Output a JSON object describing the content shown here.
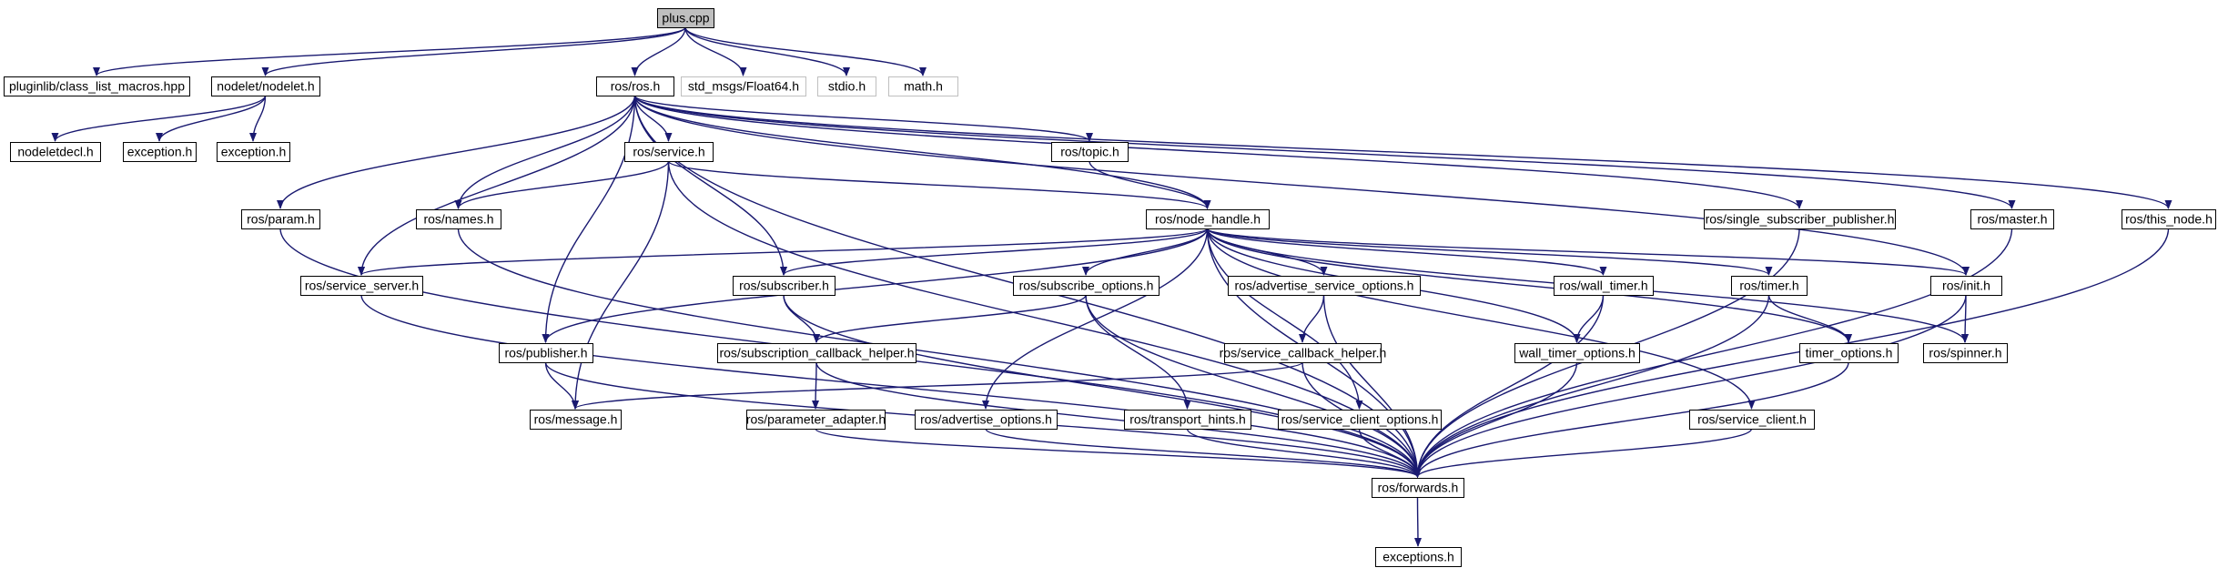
{
  "diagram": {
    "edge_color": "#191970",
    "root_fill": "#bfbfbf",
    "missing_stroke": "#bfbfbf",
    "nodes": [
      {
        "id": "plus",
        "label": "plus.cpp",
        "kind": "root"
      },
      {
        "id": "classlist",
        "label": "pluginlib/class_list_macros.hpp"
      },
      {
        "id": "nodelet",
        "label": "nodelet/nodelet.h"
      },
      {
        "id": "ros",
        "label": "ros/ros.h"
      },
      {
        "id": "float64",
        "label": "std_msgs/Float64.h",
        "kind": "missing"
      },
      {
        "id": "stdio",
        "label": "stdio.h",
        "kind": "missing"
      },
      {
        "id": "math",
        "label": "math.h",
        "kind": "missing"
      },
      {
        "id": "nodeletdecl",
        "label": "nodeletdecl.h"
      },
      {
        "id": "exc1",
        "label": "exception.h"
      },
      {
        "id": "exc2",
        "label": "exception.h"
      },
      {
        "id": "service",
        "label": "ros/service.h"
      },
      {
        "id": "topic",
        "label": "ros/topic.h"
      },
      {
        "id": "param",
        "label": "ros/param.h"
      },
      {
        "id": "names",
        "label": "ros/names.h"
      },
      {
        "id": "nodehandle",
        "label": "ros/node_handle.h"
      },
      {
        "id": "ssp",
        "label": "ros/single_subscriber_publisher.h"
      },
      {
        "id": "master",
        "label": "ros/master.h"
      },
      {
        "id": "thisnode",
        "label": "ros/this_node.h"
      },
      {
        "id": "servserver",
        "label": "ros/service_server.h"
      },
      {
        "id": "subscriber",
        "label": "ros/subscriber.h"
      },
      {
        "id": "subopts",
        "label": "ros/subscribe_options.h"
      },
      {
        "id": "advsvcopts",
        "label": "ros/advertise_service_options.h"
      },
      {
        "id": "walltimer",
        "label": "ros/wall_timer.h"
      },
      {
        "id": "timer",
        "label": "ros/timer.h"
      },
      {
        "id": "init",
        "label": "ros/init.h"
      },
      {
        "id": "publisher",
        "label": "ros/publisher.h"
      },
      {
        "id": "subcbhelper",
        "label": "ros/subscription_callback_helper.h"
      },
      {
        "id": "svccbhelper",
        "label": "ros/service_callback_helper.h"
      },
      {
        "id": "walltimeropts",
        "label": "wall_timer_options.h"
      },
      {
        "id": "timeropts",
        "label": "timer_options.h"
      },
      {
        "id": "spinner",
        "label": "ros/spinner.h"
      },
      {
        "id": "message",
        "label": "ros/message.h"
      },
      {
        "id": "paramadapter",
        "label": "ros/parameter_adapter.h"
      },
      {
        "id": "advopts",
        "label": "ros/advertise_options.h"
      },
      {
        "id": "transporthints",
        "label": "ros/transport_hints.h"
      },
      {
        "id": "svcclientopts",
        "label": "ros/service_client_options.h"
      },
      {
        "id": "svcclient",
        "label": "ros/service_client.h"
      },
      {
        "id": "forwards",
        "label": "ros/forwards.h"
      },
      {
        "id": "exceptions",
        "label": "exceptions.h"
      }
    ],
    "edges": [
      [
        "plus",
        "classlist"
      ],
      [
        "plus",
        "nodelet"
      ],
      [
        "plus",
        "ros"
      ],
      [
        "plus",
        "float64"
      ],
      [
        "plus",
        "stdio"
      ],
      [
        "plus",
        "math"
      ],
      [
        "nodelet",
        "nodeletdecl"
      ],
      [
        "nodelet",
        "exc1"
      ],
      [
        "nodelet",
        "exc2"
      ],
      [
        "ros",
        "service"
      ],
      [
        "ros",
        "topic"
      ],
      [
        "ros",
        "param"
      ],
      [
        "ros",
        "names"
      ],
      [
        "ros",
        "nodehandle"
      ],
      [
        "ros",
        "ssp"
      ],
      [
        "ros",
        "master"
      ],
      [
        "ros",
        "thisnode"
      ],
      [
        "ros",
        "servserver"
      ],
      [
        "ros",
        "subscriber"
      ],
      [
        "ros",
        "publisher"
      ],
      [
        "ros",
        "init"
      ],
      [
        "ros",
        "forwards"
      ],
      [
        "service",
        "names"
      ],
      [
        "service",
        "nodehandle"
      ],
      [
        "service",
        "message"
      ],
      [
        "service",
        "forwards"
      ],
      [
        "topic",
        "nodehandle"
      ],
      [
        "param",
        "forwards"
      ],
      [
        "names",
        "forwards"
      ],
      [
        "nodehandle",
        "servserver"
      ],
      [
        "nodehandle",
        "subscriber"
      ],
      [
        "nodehandle",
        "publisher"
      ],
      [
        "nodehandle",
        "subopts"
      ],
      [
        "nodehandle",
        "advsvcopts"
      ],
      [
        "nodehandle",
        "walltimer"
      ],
      [
        "nodehandle",
        "timer"
      ],
      [
        "nodehandle",
        "init"
      ],
      [
        "nodehandle",
        "advopts"
      ],
      [
        "nodehandle",
        "svcclientopts"
      ],
      [
        "nodehandle",
        "svcclient"
      ],
      [
        "nodehandle",
        "timeropts"
      ],
      [
        "nodehandle",
        "walltimeropts"
      ],
      [
        "nodehandle",
        "spinner"
      ],
      [
        "nodehandle",
        "forwards"
      ],
      [
        "ssp",
        "forwards"
      ],
      [
        "master",
        "forwards"
      ],
      [
        "thisnode",
        "forwards"
      ],
      [
        "servserver",
        "forwards"
      ],
      [
        "subscriber",
        "subcbhelper"
      ],
      [
        "subscriber",
        "forwards"
      ],
      [
        "subopts",
        "subcbhelper"
      ],
      [
        "subopts",
        "transporthints"
      ],
      [
        "subopts",
        "forwards"
      ],
      [
        "advsvcopts",
        "svccbhelper"
      ],
      [
        "advsvcopts",
        "forwards"
      ],
      [
        "walltimer",
        "walltimeropts"
      ],
      [
        "walltimer",
        "forwards"
      ],
      [
        "timer",
        "timeropts"
      ],
      [
        "timer",
        "forwards"
      ],
      [
        "init",
        "spinner"
      ],
      [
        "init",
        "forwards"
      ],
      [
        "publisher",
        "message"
      ],
      [
        "publisher",
        "forwards"
      ],
      [
        "subcbhelper",
        "paramadapter"
      ],
      [
        "subcbhelper",
        "forwards"
      ],
      [
        "svccbhelper",
        "message"
      ],
      [
        "svccbhelper",
        "forwards"
      ],
      [
        "walltimeropts",
        "forwards"
      ],
      [
        "timeropts",
        "forwards"
      ],
      [
        "paramadapter",
        "forwards"
      ],
      [
        "advopts",
        "forwards"
      ],
      [
        "transporthints",
        "forwards"
      ],
      [
        "svcclientopts",
        "forwards"
      ],
      [
        "svcclient",
        "forwards"
      ],
      [
        "forwards",
        "exceptions"
      ]
    ]
  }
}
